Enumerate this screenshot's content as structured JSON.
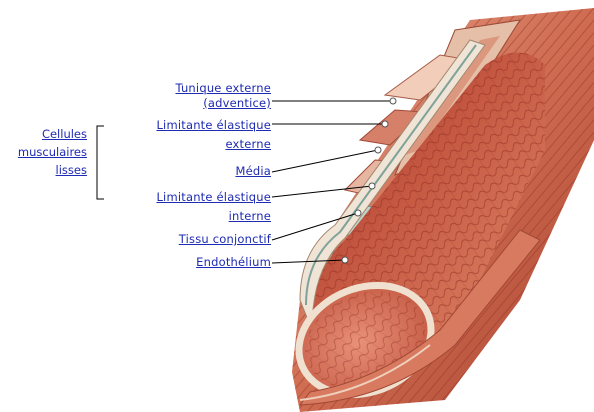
{
  "labels": {
    "tunique_1": "Tunique externe",
    "tunique_2": "(adventice)",
    "limitante_ext_1": "Limitante élastique",
    "limitante_ext_2": "externe",
    "media": "Média",
    "limitante_int_1": "Limitante élastique",
    "limitante_int_2": "interne",
    "tissu": "Tissu conjonctif",
    "endothelium": "Endothélium"
  },
  "group": {
    "line1": "Cellules",
    "line2": "musculaires",
    "line3": "lisses"
  },
  "colors": {
    "link_text": "#1e2bb3",
    "leader_line": "#000000",
    "vessel_outer": "#c9644b",
    "vessel_lumen": "#b9473a"
  }
}
